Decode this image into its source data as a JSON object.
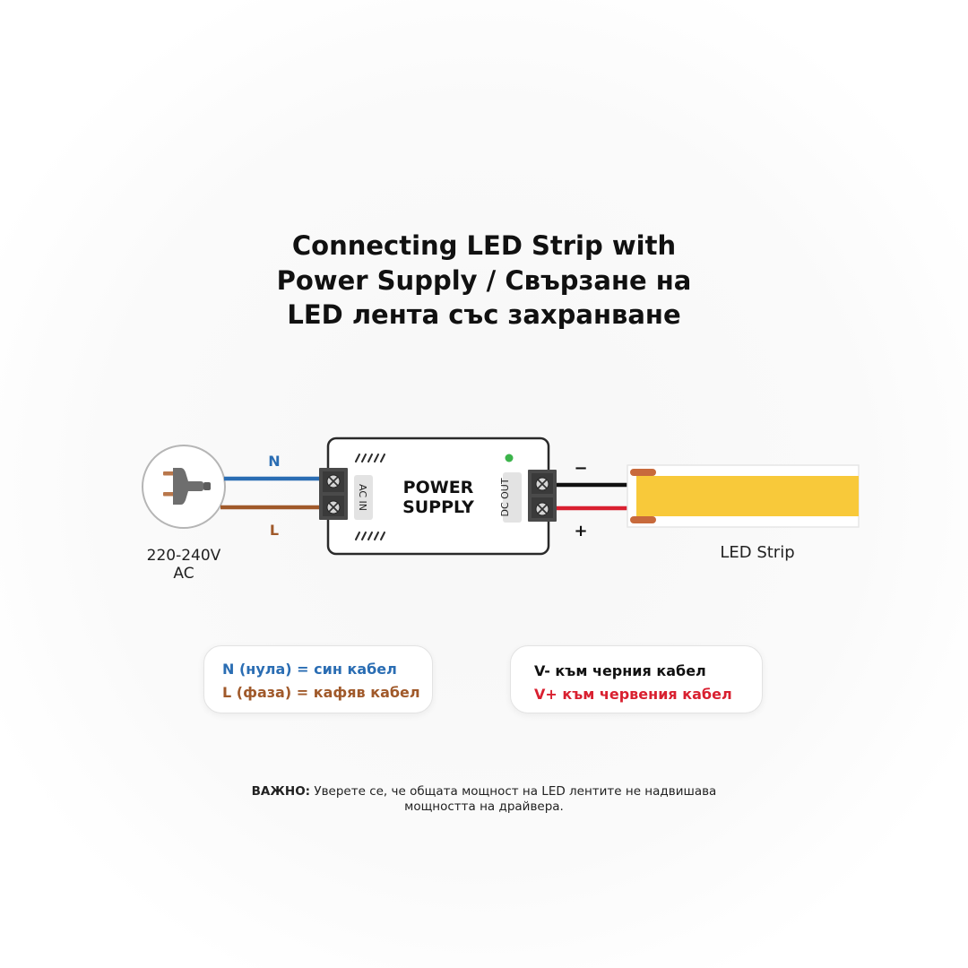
{
  "title_lines": [
    "Connecting LED Strip with",
    "Power Supply / Свързане на",
    "LED лента със захранване"
  ],
  "power_supply": {
    "label_line1": "POWER",
    "label_line2": "SUPPLY",
    "ac_in_label": "AC IN",
    "dc_out_label": "DC OUT",
    "status_led_color": "#3cb44b"
  },
  "labels": {
    "n": "N",
    "l": "L",
    "minus": "−",
    "plus": "+",
    "ac_voltage_line1": "220-240V",
    "ac_voltage_line2": "AC",
    "led_strip": "LED Strip"
  },
  "legend_left": {
    "n_line": "N (нула) = син кабел",
    "l_line": "L (фаза) = кафяв кабел"
  },
  "legend_right": {
    "minus_line": "V- към черния кабел",
    "plus_line": "V+ към червения кабел"
  },
  "note": {
    "bold": "ВАЖНО:",
    "text": " Уверете се, че общата мощност на LED лентите не надвишава мощността на драйвера."
  },
  "colors": {
    "neutral_wire": "#2a6db3",
    "live_wire": "#a0592a",
    "negative_wire": "#111111",
    "positive_wire": "#d92030",
    "led_strip": "#f8c93a",
    "led_strip_border": "#e6e6e6",
    "strip_pad": "#c86a3c"
  }
}
